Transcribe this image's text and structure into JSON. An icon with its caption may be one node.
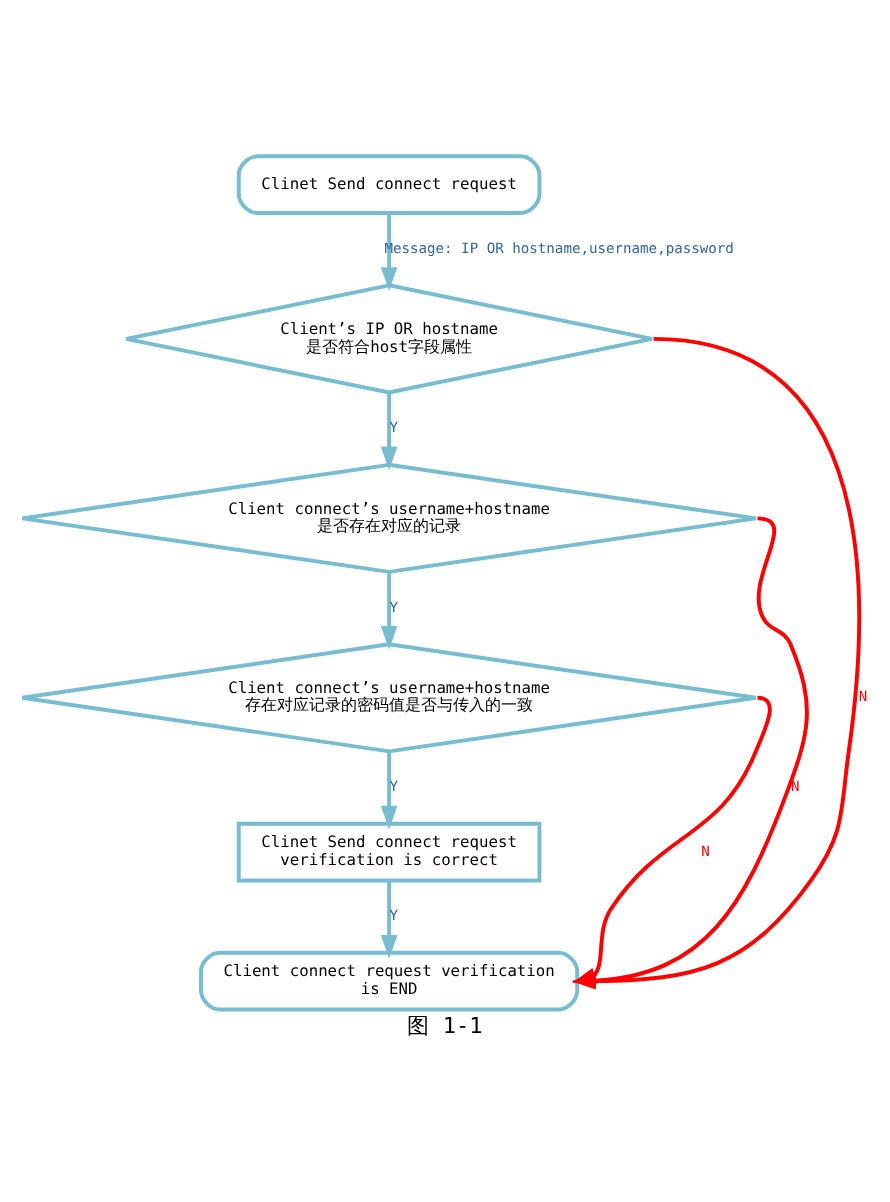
{
  "diagram": {
    "caption": "图 1-1",
    "nodes": [
      {
        "text": [
          "Clinet Send connect request"
        ]
      },
      {
        "text": [
          "Client’s IP OR hostname 是否符合host字段属性"
        ]
      },
      {
        "text": [
          "Client connect’s username+hostname是否存在对应的记录"
        ]
      },
      {
        "text": [
          "Client connect’s username+hostname存在对应记录的密码值是否与传入的一致"
        ]
      },
      {
        "text": [
          "Clinet Send connect request verification is correct"
        ]
      },
      {
        "text": [
          "Client connect request verification is END"
        ]
      }
    ],
    "edges": [
      {
        "from": 0,
        "to": 1,
        "arrow": "to",
        "label": "Message: IP OR hostname,username,password"
      },
      {
        "from": 1,
        "to": 2,
        "arrow": "to",
        "label": "Y"
      },
      {
        "from": 2,
        "to": 3,
        "arrow": "to",
        "label": "Y"
      },
      {
        "from": 3,
        "to": 4,
        "arrow": "to",
        "label": "Y"
      },
      {
        "from": 4,
        "to": 5,
        "arrow": "to",
        "label": "Y"
      },
      {
        "from": 1,
        "to": 5,
        "arrow": "to",
        "label": "N",
        "color": "#ff0000"
      },
      {
        "from": 2,
        "to": 5,
        "arrow": "to",
        "label": "N",
        "color": "#ff0000"
      },
      {
        "from": 3,
        "to": 5,
        "arrow": "to",
        "label": "N",
        "color": "#ff0000"
      }
    ]
  }
}
